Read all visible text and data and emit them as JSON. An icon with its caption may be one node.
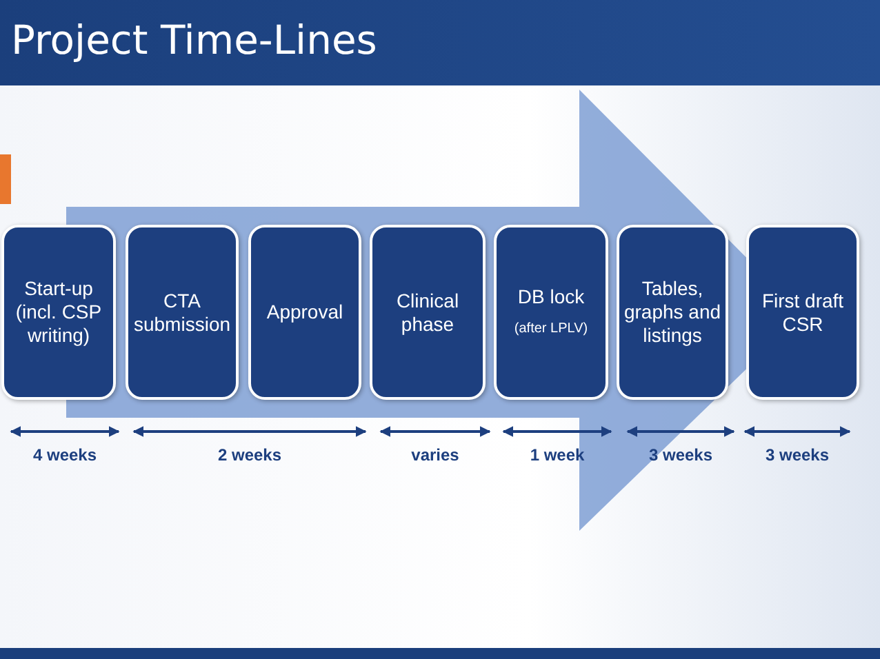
{
  "diagram": {
    "title": "Project Time-Lines",
    "nodes": [
      {
        "text": [
          "Start-up (incl. CSP writing)"
        ]
      },
      {
        "text": [
          "CTA submission"
        ]
      },
      {
        "text": [
          "Approval"
        ]
      },
      {
        "text": [
          "Clinical phase"
        ]
      },
      {
        "text": [
          "DB lock",
          "(after LPLV)"
        ]
      },
      {
        "text": [
          "Tables, graphs and listings"
        ]
      },
      {
        "text": [
          "First draft CSR"
        ]
      }
    ],
    "edges": [
      {
        "from": 0,
        "to": 6,
        "arrow": "to"
      }
    ],
    "labels": [
      "4 weeks",
      "2 weeks",
      "varies",
      "1 week",
      "3 weeks",
      "3 weeks"
    ]
  }
}
